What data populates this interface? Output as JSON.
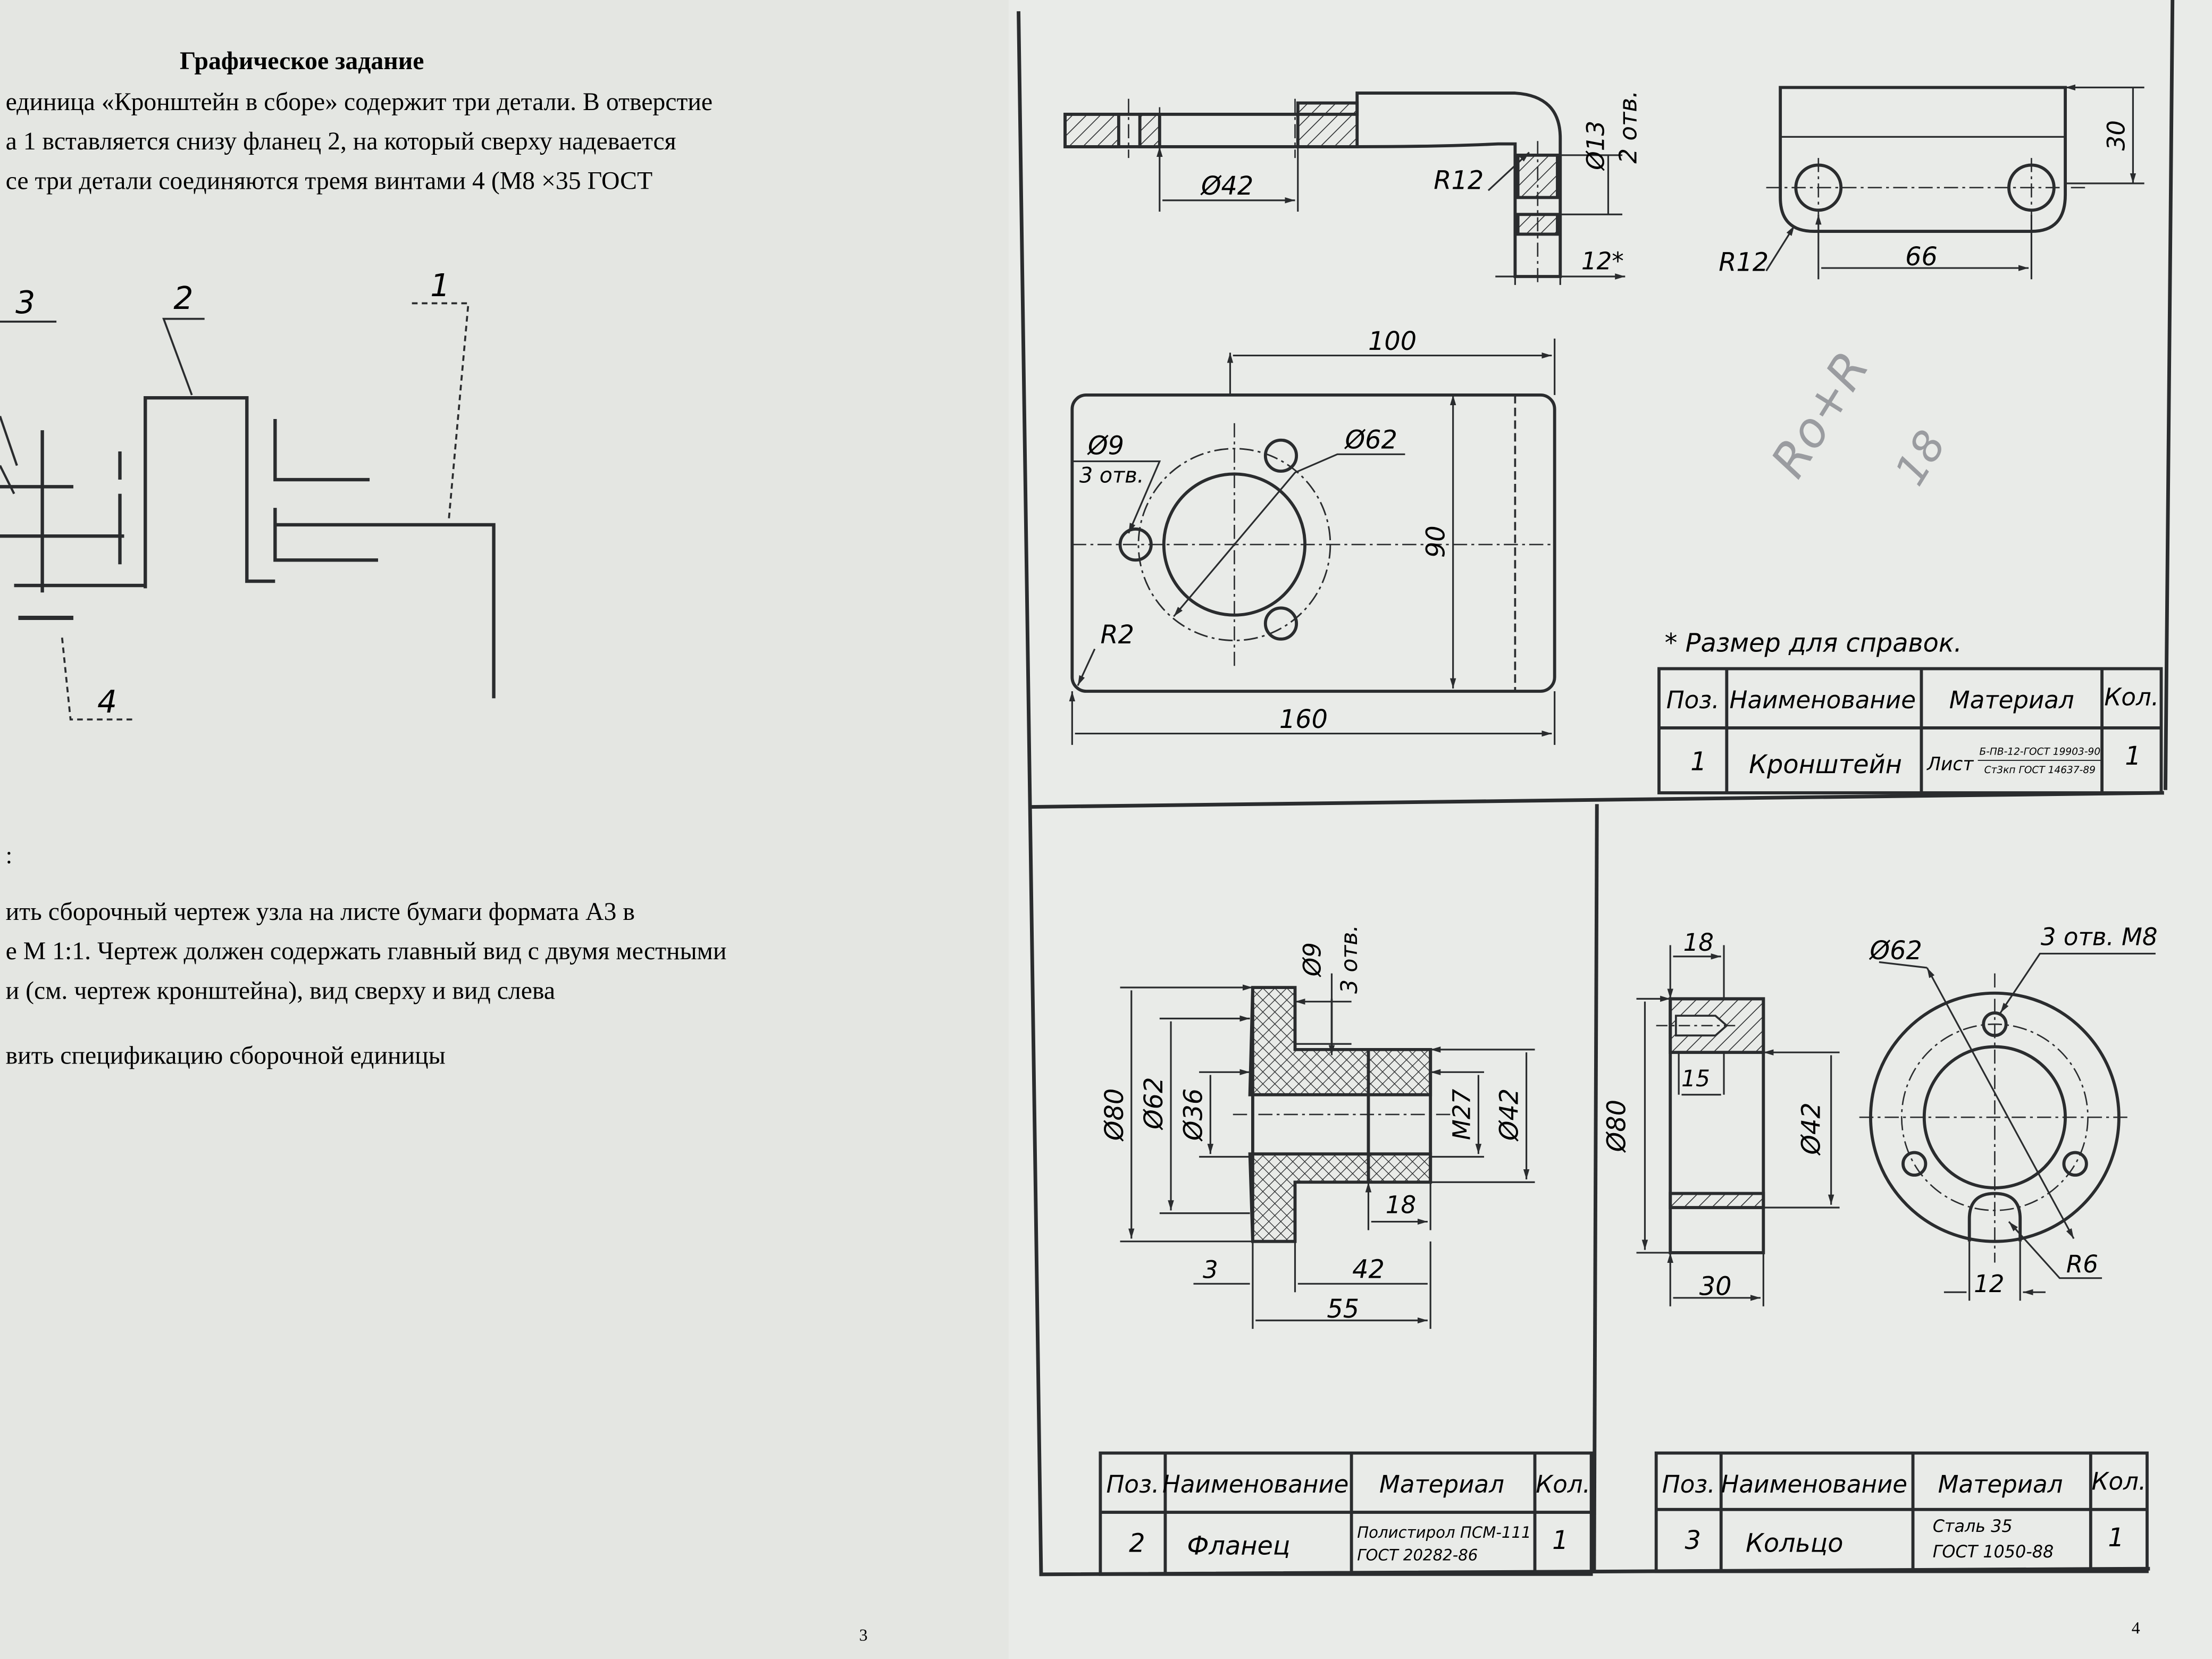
{
  "left_page": {
    "title": "Графическое задание",
    "intro_lines": [
      "единица «Кронштейн в сборе» содержит три детали. В отверстие",
      "а 1 вставляется снизу фланец 2, на который сверху надевается",
      "се три детали соединяются тремя винтами 4 (М8 ×35 ГОСТ"
    ],
    "diagram_labels": [
      "3",
      "2",
      "1",
      "4"
    ],
    "task_lead": ":",
    "task_lines": [
      "ить сборочный чертеж узла на листе бумаги формата А3 в",
      "е  М 1:1. Чертеж должен содержать главный вид с двумя местными",
      "и  (см. чертеж кронштейна), вид сверху и вид слева",
      "вить спецификацию сборочной единицы"
    ],
    "page_number": "3"
  },
  "right_page": {
    "page_number": "4",
    "bracket": {
      "dims": {
        "d42": "Ø42",
        "r12_top": "R12",
        "d13": "Ø13",
        "two_holes": "2 отв.",
        "dim12": "12*",
        "dim30": "30",
        "r12_side": "R12",
        "dim66": "66",
        "dim100": "100",
        "d9": "Ø9",
        "three_holes": "3 отв.",
        "d62": "Ø62",
        "dim90": "90",
        "r2": "R2",
        "dim160": "160"
      },
      "ref_note": "* Размер для справок.",
      "handwritten": [
        "Ro+R",
        "18"
      ],
      "table": {
        "headers": [
          "Поз.",
          "Наименование",
          "Материал",
          "Кол."
        ],
        "row": {
          "pos": "1",
          "name": "Кронштейн",
          "material_prefix": "Лист",
          "material_top": "Б-ПВ-12-ГОСТ 19903-90",
          "material_bottom": "Ст3кп ГОСТ 14637-89",
          "qty": "1"
        }
      }
    },
    "flange": {
      "dims": {
        "d9": "Ø9",
        "three_holes": "3 отв.",
        "d80": "Ø80",
        "d62": "Ø62",
        "d36": "Ø36",
        "m27": "M27",
        "d42": "Ø42",
        "dim18": "18",
        "dim3": "3",
        "dim42": "42",
        "dim55": "55"
      },
      "table": {
        "headers": [
          "Поз.",
          "Наименование",
          "Материал",
          "Кол."
        ],
        "row": {
          "pos": "2",
          "name": "Фланец",
          "material_line1": "Полистирол ПСМ-111",
          "material_line2": "ГОСТ 20282-86",
          "qty": "1"
        }
      }
    },
    "ring": {
      "dims": {
        "dim18": "18",
        "d62": "Ø62",
        "three_holes_m8": "3 отв. M8",
        "d80": "Ø80",
        "dim15": "15",
        "d42": "Ø42",
        "dim30": "30",
        "dim12": "12",
        "r6": "R6"
      },
      "table": {
        "headers": [
          "Поз.",
          "Наименование",
          "Материал",
          "Кол."
        ],
        "row": {
          "pos": "3",
          "name": "Кольцо",
          "material_line1": "Сталь 35",
          "material_line2": "ГОСТ 1050-88",
          "qty": "1"
        }
      }
    }
  }
}
